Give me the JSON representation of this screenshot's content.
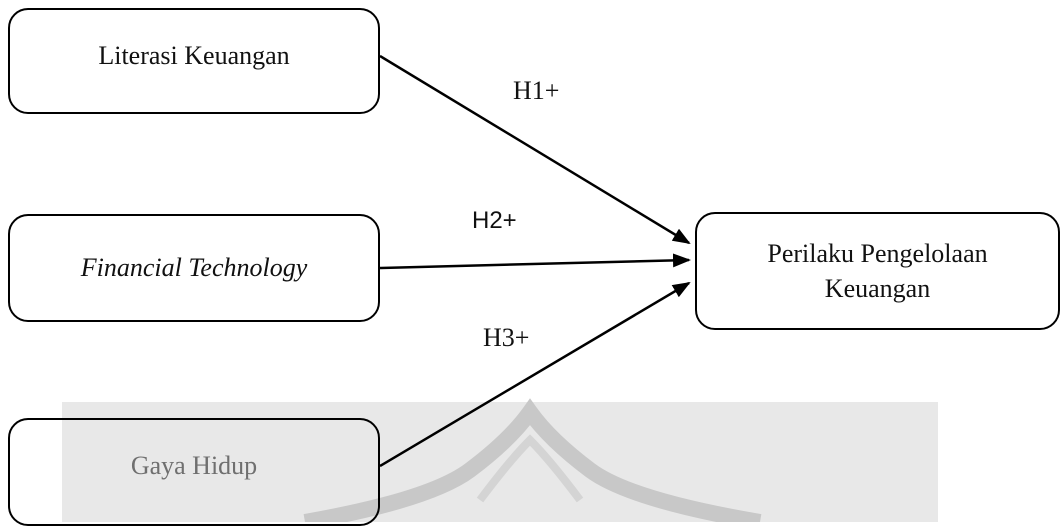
{
  "nodes": {
    "literasi": "Literasi Keuangan",
    "fintech": "Financial Technology",
    "gaya_hidup": "Gaya Hidup",
    "perilaku": "Perilaku Pengelolaan Keuangan"
  },
  "edges": [
    {
      "from": "literasi",
      "to": "perilaku",
      "label": "H1+"
    },
    {
      "from": "fintech",
      "to": "perilaku",
      "label": "H2+"
    },
    {
      "from": "gaya_hidup",
      "to": "perilaku",
      "label": "H3+"
    }
  ],
  "watermark_icon": "university-seal-watermark"
}
